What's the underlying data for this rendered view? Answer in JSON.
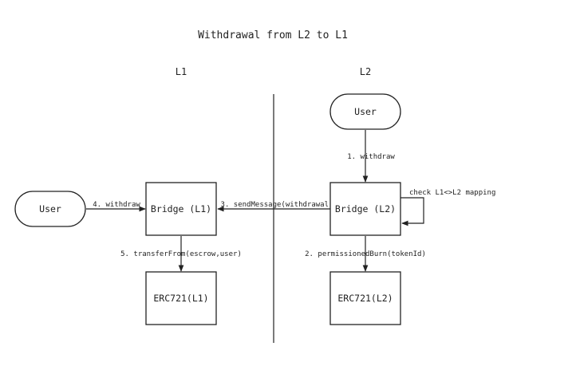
{
  "title": "Withdrawal from L2 to L1",
  "columns": {
    "l1": "L1",
    "l2": "L2"
  },
  "nodes": {
    "user_l2": "User",
    "user_l1": "User",
    "bridge_l1": "Bridge (L1)",
    "bridge_l2": "Bridge (L2)",
    "erc721_l1": "ERC721(L1)",
    "erc721_l2": "ERC721(L2)"
  },
  "edges": {
    "step1": "1. withdraw",
    "step2": "2. permissionedBurn(tokenId)",
    "step3": "3. sendMessage(withdrawal)",
    "step4": "4. withdraw",
    "step5": "5. transferFrom(escrow,user)",
    "self_check": "check L1<>L2 mapping"
  },
  "colors": {
    "stroke": "#222222",
    "background": "#ffffff"
  }
}
